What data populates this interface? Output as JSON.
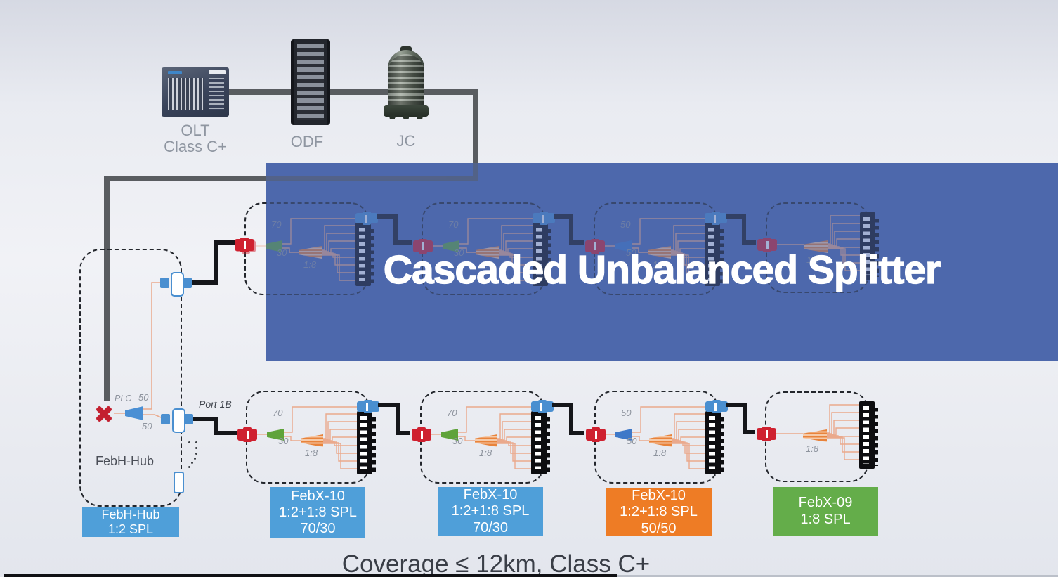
{
  "banner": {
    "title": "Cascaded Unbalanced Splitter",
    "color": "#4d68ac"
  },
  "equipment": {
    "olt": {
      "label": "OLT",
      "sublabel": "Class C+"
    },
    "odf": {
      "label": "ODF"
    },
    "jc": {
      "label": "JC"
    }
  },
  "hub": {
    "plc_label": "PLC",
    "ratio_top": "50",
    "ratio_bottom": "50",
    "name": "FebH-Hub",
    "port_label": "Port 1B",
    "label_box": {
      "line1": "FebH-Hub",
      "line2": "1:2 SPL",
      "color": "#4f9fd9"
    }
  },
  "top_row": {
    "modules": [
      {
        "ratio_top": "70",
        "ratio_bottom": "30",
        "splitter": "1:8"
      },
      {
        "ratio_top": "70",
        "ratio_bottom": "30",
        "splitter": "1:8"
      },
      {
        "ratio_top": "50",
        "ratio_bottom": "50",
        "splitter": "1:8"
      },
      {
        "splitter": "1:8"
      }
    ]
  },
  "bottom_row": {
    "modules": [
      {
        "ratio_top": "70",
        "ratio_bottom": "30",
        "splitter": "1:8",
        "label_box": {
          "line1": "FebX-10",
          "line2": "1:2+1:8 SPL",
          "line3": "70/30",
          "color": "#4f9fd9"
        }
      },
      {
        "ratio_top": "70",
        "ratio_bottom": "30",
        "splitter": "1:8",
        "label_box": {
          "line1": "FebX-10",
          "line2": "1:2+1:8 SPL",
          "line3": "70/30",
          "color": "#4f9fd9"
        }
      },
      {
        "ratio_top": "50",
        "ratio_bottom": "50",
        "splitter": "1:8",
        "label_box": {
          "line1": "FebX-10",
          "line2": "1:2+1:8 SPL",
          "line3": "50/50",
          "color": "#ee7c25"
        }
      },
      {
        "splitter": "1:8",
        "label_box": {
          "line1": "FebX-09",
          "line2": "1:8 SPL",
          "color": "#64ad4a"
        }
      }
    ]
  },
  "caption": "Coverage ≤ 12km, Class C+",
  "colors": {
    "label_blue": "#4f9fd9",
    "label_orange": "#ee7c25",
    "label_green": "#64ad4a",
    "cone_green": "#5fa33a",
    "cone_blue": "#3e78c8",
    "splitter_orange": "#e8833b",
    "connector_red": "#cf202f",
    "connector_blue": "#4a8fd0",
    "fiber": "#eaa98c",
    "cable_black": "#141519",
    "trunk_gray": "#595c60"
  }
}
